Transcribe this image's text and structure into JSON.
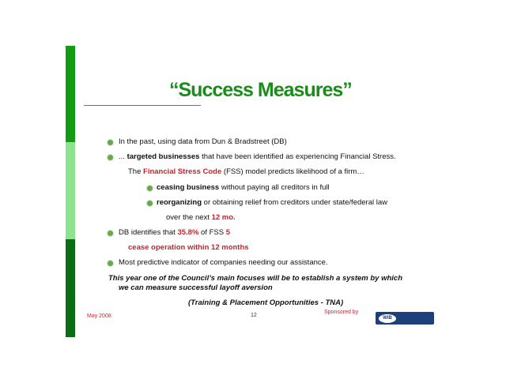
{
  "slide": {
    "title": "“Success Measures”",
    "lines": [
      {
        "prefix": "In the past, using data from Dun & Bradstreet (DB)"
      },
      {
        "prefix": "...",
        "bold": "targeted businesses",
        "suffix": " that have been identified as experiencing Financial Stress."
      },
      {
        "prefix": "The ",
        "red_bold": "Financial Stress Code",
        "suffix": " (FSS) model predicts likelihood of a firm…"
      },
      {
        "bold": "ceasing business",
        "suffix": " without paying all creditors in full"
      },
      {
        "prefix": "reorganizing",
        "suffix": " or obtaining relief from creditors under state/federal law"
      },
      {
        "prefix": "over the next ",
        "red_bold": "12 mo."
      },
      {
        "prefix": "DB identifies that ",
        "red_bold": "35.8%",
        "suffix": " of FSS ",
        "red_bold2": "5"
      },
      {
        "red_bold": "cease operation within 12 months"
      },
      {
        "prefix": "Most predictive indicator of companies needing our assistance."
      },
      {
        "bi": "This year one of the Council’s main focuses will be to establish a system by which"
      },
      {
        "bi": "we can measure successful layoff aversion"
      },
      {
        "bi": "(Training & Placement Opportunities - TNA)"
      }
    ],
    "footer_date": "May 2008",
    "page_number": "12",
    "sponsored_by": "Sponsored by",
    "logo_text": "WIB"
  }
}
